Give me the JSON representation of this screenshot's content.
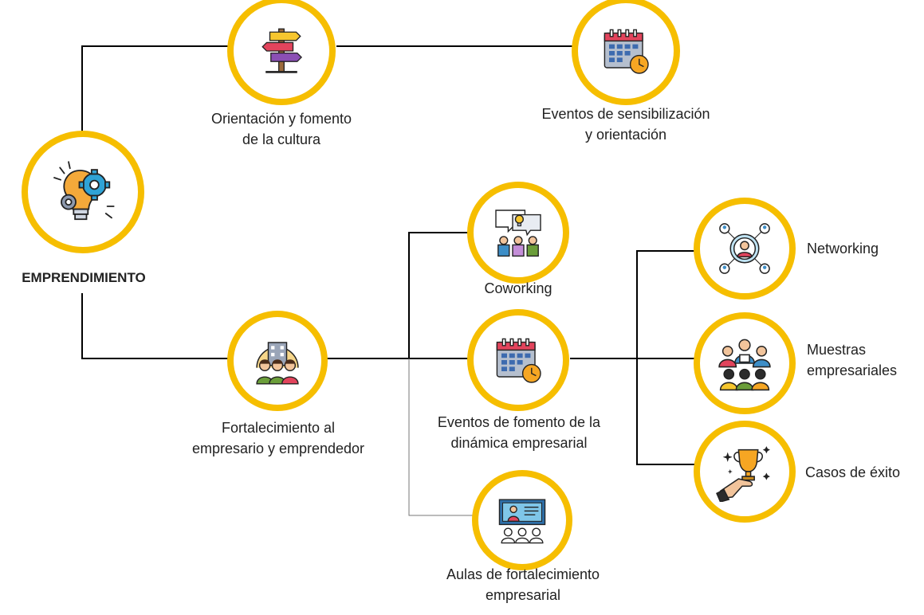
{
  "colors": {
    "ring": "#F6BE00",
    "connector": "#000000",
    "text": "#222222"
  },
  "nodes": {
    "root": {
      "icon": "lightbulb-gears-icon",
      "label": [
        "EMPRENDIMIENTO"
      ]
    },
    "orientacion": {
      "icon": "signpost-icon",
      "label": [
        "Orientación y fomento",
        "de la cultura"
      ]
    },
    "eventos_sensibilizacion": {
      "icon": "calendar-clock-icon",
      "label": [
        "Eventos de sensibilización",
        "y orientación"
      ]
    },
    "fortalecimiento": {
      "icon": "team-building-icon",
      "label": [
        "Fortalecimiento al",
        "empresario y emprendedor"
      ]
    },
    "coworking": {
      "icon": "people-idea-icon",
      "label": [
        "Coworking"
      ]
    },
    "eventos_fomento": {
      "icon": "calendar-clock-icon",
      "label": [
        "Eventos de fomento de la",
        "dinámica empresarial"
      ]
    },
    "aulas": {
      "icon": "presentation-board-icon",
      "label": [
        "Aulas de fortalecimiento",
        "empresarial"
      ]
    },
    "networking": {
      "icon": "network-people-icon",
      "label": [
        "Networking"
      ]
    },
    "muestras": {
      "icon": "business-meeting-icon",
      "label": [
        "Muestras",
        "empresariales"
      ]
    },
    "casos_exito": {
      "icon": "trophy-hand-icon",
      "label": [
        "Casos de éxito"
      ]
    }
  }
}
